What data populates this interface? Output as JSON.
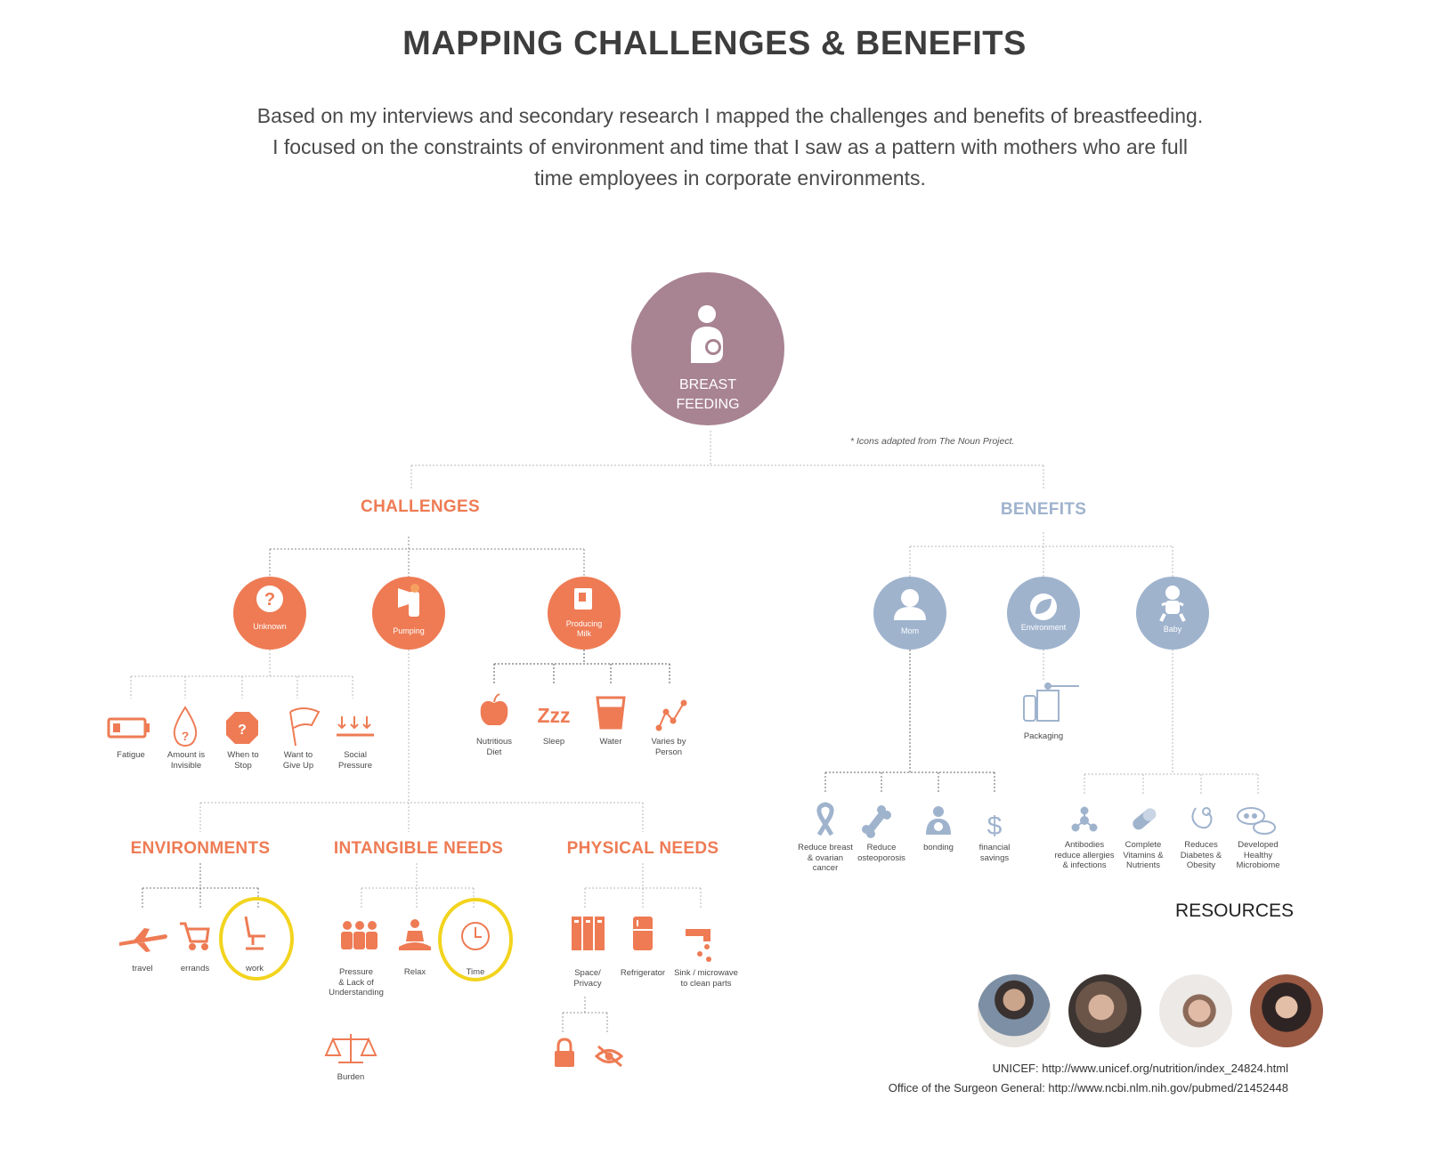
{
  "title": "MAPPING CHALLENGES & BENEFITS",
  "intro_lines": [
    "Based on my interviews and secondary research I mapped the challenges and benefits of breastfeeding.",
    "I focused on the constraints of environment and time that I saw as a pattern with mothers who are full",
    "time employees in corporate environments."
  ],
  "root": {
    "label_line1": "BREAST",
    "label_line2": "FEEDING"
  },
  "note": "* Icons adapted from The Noun Project.",
  "challenges": {
    "title": "CHALLENGES",
    "unknown": {
      "label": "Unknown",
      "items": [
        "Fatigue",
        [
          "Amount is",
          "Invisible"
        ],
        [
          "When to",
          "Stop"
        ],
        [
          "Want to",
          "Give Up"
        ],
        [
          "Social",
          "Pressure"
        ]
      ]
    },
    "pumping": {
      "label": "Pumping"
    },
    "producing": {
      "label": [
        "Producing",
        "Milk"
      ],
      "items": [
        [
          "Nutritious",
          "Diet"
        ],
        "Sleep",
        "Water",
        [
          "Varies by",
          "Person"
        ]
      ]
    },
    "environments": {
      "title": "ENVIRONMENTS",
      "items": [
        "travel",
        "errands",
        "work"
      ]
    },
    "intangible": {
      "title": "INTANGIBLE NEEDS",
      "items": [
        [
          "Pressure",
          "& Lack of",
          "Understanding"
        ],
        "Relax",
        "Time",
        "Burden"
      ]
    },
    "physical": {
      "title": "PHYSICAL NEEDS",
      "items": [
        [
          "Space/",
          "Privacy"
        ],
        "Refrigerator",
        [
          "Sink / microwave",
          "to clean parts"
        ]
      ]
    }
  },
  "benefits": {
    "title": "BENEFITS",
    "mom": {
      "label": "Mom",
      "items": [
        [
          "Reduce breast",
          "& ovarian",
          "cancer"
        ],
        [
          "Reduce",
          "osteoporosis"
        ],
        "bonding",
        [
          "financial",
          "savings"
        ]
      ]
    },
    "environment": {
      "label": "Environment",
      "items": [
        "Packaging"
      ]
    },
    "baby": {
      "label": "Baby",
      "items": [
        [
          "Antibodies",
          "reduce allergies",
          "& infections"
        ],
        [
          "Complete",
          "Vitamins &",
          "Nutrients"
        ],
        [
          "Reduces",
          "Diabetes &",
          "Obesity"
        ],
        [
          "Developed",
          "Healthy",
          "Microbiome"
        ]
      ]
    }
  },
  "resources": {
    "title": "RESOURCES",
    "refs": [
      "UNICEF: http://www.unicef.org/nutrition/index_24824.html",
      "Office of the Surgeon General:  http://www.ncbi.nlm.nih.gov/pubmed/21452448"
    ]
  },
  "colors": {
    "orange": "#ee7b54",
    "blue": "#9fb3cd",
    "root": "#a88392",
    "highlight": "#f2d41e"
  },
  "icons": [
    "mother-baby-icon",
    "question-icon",
    "breast-pump-icon",
    "milk-carton-icon",
    "battery-icon",
    "droplet-question-icon",
    "stop-sign-question-icon",
    "flag-icon",
    "pressure-arrows-icon",
    "apple-icon",
    "zzz-icon",
    "glass-icon",
    "trend-line-icon",
    "airplane-icon",
    "cart-icon",
    "office-chair-icon",
    "people-group-icon",
    "meditation-icon",
    "clock-icon",
    "scales-icon",
    "lockers-icon",
    "fridge-icon",
    "faucet-icon",
    "lock-icon",
    "eye-off-icon",
    "person-icon",
    "leaf-icon",
    "baby-icon",
    "bottle-box-icon",
    "ribbon-icon",
    "bone-icon",
    "nursing-icon",
    "dollar-icon",
    "molecule-icon",
    "pill-icon",
    "stethoscope-icon",
    "bacteria-icon"
  ]
}
